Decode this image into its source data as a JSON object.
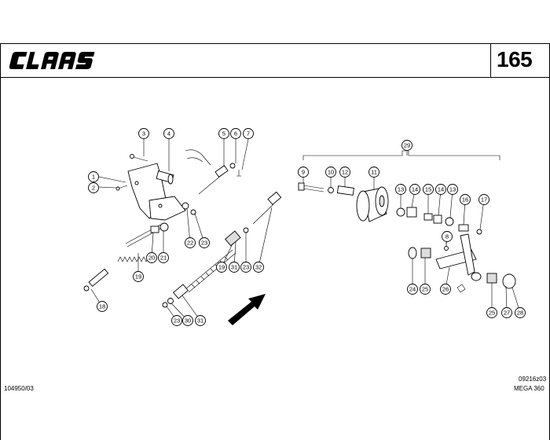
{
  "header": {
    "brand": "CLAAS",
    "page_number": "165"
  },
  "footer": {
    "document_number": "104950/03",
    "drawing_code": "09216z03",
    "model": "MEGA 360"
  },
  "diagram": {
    "callouts": [
      "1",
      "2",
      "3",
      "4",
      "5",
      "6",
      "7",
      "8",
      "9",
      "10",
      "11",
      "12",
      "13",
      "13",
      "14",
      "14",
      "15",
      "16",
      "17",
      "18",
      "19",
      "19",
      "20",
      "21",
      "22",
      "23",
      "23",
      "23",
      "24",
      "25",
      "25",
      "26",
      "27",
      "28",
      "29",
      "30",
      "31",
      "31",
      "32"
    ]
  }
}
